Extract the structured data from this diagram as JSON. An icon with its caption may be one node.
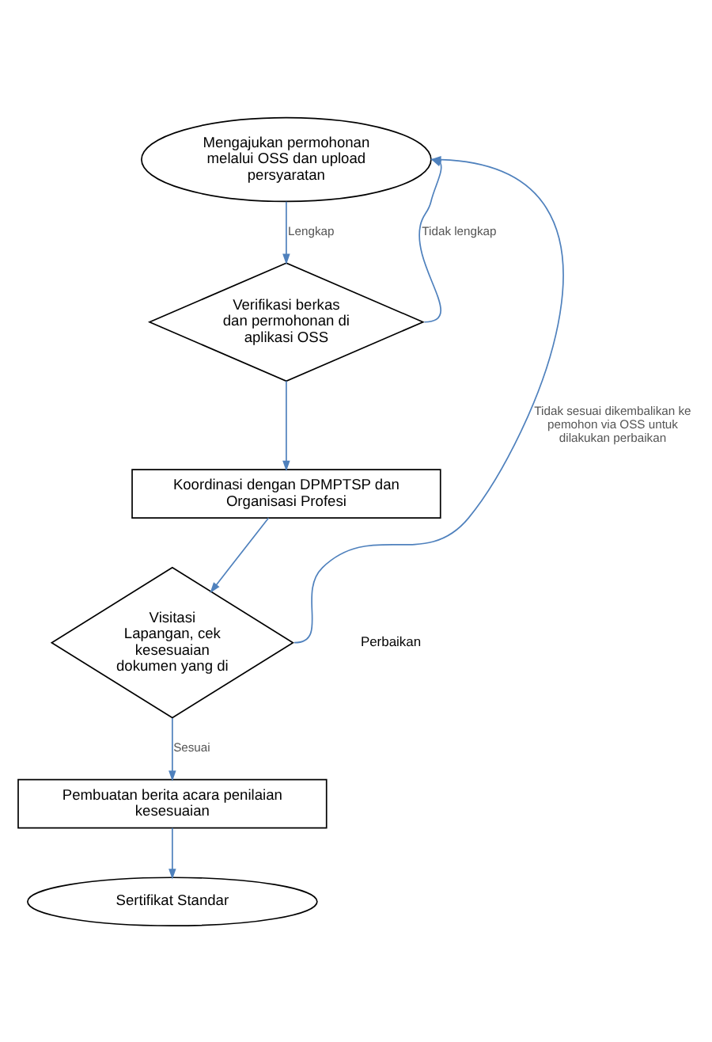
{
  "diagram": {
    "nodes": [
      {
        "text": [
          "Mengajukan permohonan melalui OSS dan upload persyaratan"
        ]
      },
      {
        "text": [
          "Verifikasi berkas dan permohonan di aplikasi OSS"
        ]
      },
      {
        "text": [
          "Koordinasi dengan DPMPTSP dan Organisasi Profesi"
        ]
      },
      {
        "text": [
          "Visitasi Lapangan, cek kesesuaian dokumen yang di"
        ]
      },
      {
        "text": [
          "Pembuatan berita acara penilaian kesesuaian"
        ]
      },
      {
        "text": [
          "Sertifikat Standar"
        ]
      }
    ],
    "edges": [
      {
        "from": 0,
        "to": 1,
        "arrow": "to",
        "label": "Lengkap"
      },
      {
        "from": 1,
        "to": 0,
        "arrow": "to",
        "label": "Tidak lengkap"
      },
      {
        "from": 1,
        "to": 2,
        "arrow": "to"
      },
      {
        "from": 2,
        "to": 3,
        "arrow": "to"
      },
      {
        "from": 3,
        "to": 0,
        "arrow": "to",
        "label": "Tidak sesuai dikembalikan ke pemohon via OSS untuk dilakukan perbaikan"
      },
      {
        "from": 3,
        "to": 4,
        "arrow": "to",
        "label": "Sesuai"
      },
      {
        "from": 4,
        "to": 5,
        "arrow": "to"
      }
    ],
    "labels": [
      "Perbaikan"
    ]
  }
}
